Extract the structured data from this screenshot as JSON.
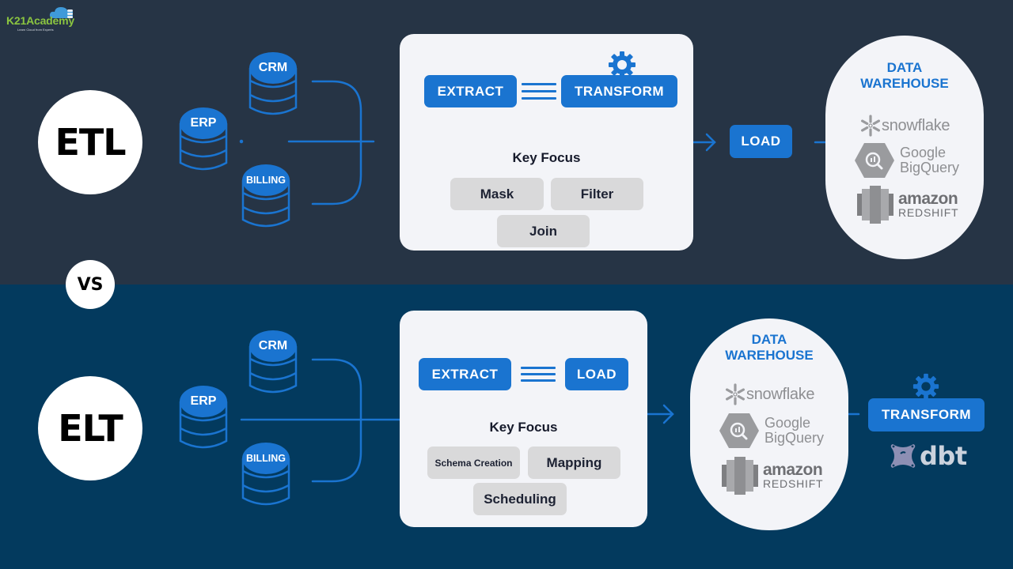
{
  "logo": {
    "name": "K21Academy",
    "tagline": "Learn Cloud from Experts"
  },
  "comparison_label": "VS",
  "etl": {
    "badge": "ETL",
    "sources": [
      {
        "label": "CRM",
        "icon": "database-icon"
      },
      {
        "label": "ERP",
        "icon": "database-icon"
      },
      {
        "label": "BILLING",
        "icon": "database-icon"
      }
    ],
    "process": {
      "step1": "EXTRACT",
      "step2": "TRANSFORM",
      "step2_icon": "gear-icon",
      "key_focus_title": "Key Focus",
      "key_focus_items": [
        "Mask",
        "Filter",
        "Join"
      ]
    },
    "load_label": "LOAD",
    "warehouse": {
      "title_line1": "DATA",
      "title_line2": "WAREHOUSE",
      "brands": [
        {
          "name": "snowflake"
        },
        {
          "name_line1": "Google",
          "name_line2": "BigQuery"
        },
        {
          "name_line1": "amazon",
          "name_line2": "REDSHIFT"
        }
      ]
    }
  },
  "elt": {
    "badge": "ELT",
    "sources": [
      {
        "label": "CRM",
        "icon": "database-icon"
      },
      {
        "label": "ERP",
        "icon": "database-icon"
      },
      {
        "label": "BILLING",
        "icon": "database-icon"
      }
    ],
    "process": {
      "step1": "EXTRACT",
      "step2": "LOAD",
      "key_focus_title": "Key Focus",
      "key_focus_items": [
        "Schema Creation",
        "Mapping",
        "Scheduling"
      ]
    },
    "warehouse": {
      "title_line1": "DATA",
      "title_line2": "WAREHOUSE",
      "brands": [
        {
          "name": "snowflake"
        },
        {
          "name_line1": "Google",
          "name_line2": "BigQuery"
        },
        {
          "name_line1": "amazon",
          "name_line2": "REDSHIFT"
        }
      ]
    },
    "transform_label": "TRANSFORM",
    "transform_icon": "gear-icon",
    "tool": "dbt"
  },
  "colors": {
    "top_background": "#263445",
    "bottom_background": "#033a5e",
    "accent_blue": "#1a74d0",
    "card_background": "#f3f4f8",
    "chip_gray": "#d9d9da",
    "logo_green": "#8bc540"
  }
}
